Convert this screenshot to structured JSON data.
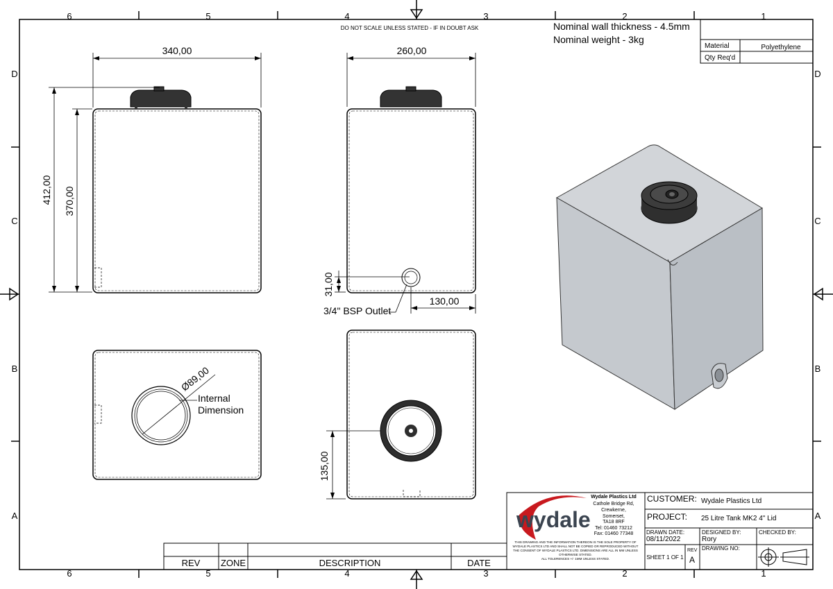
{
  "notes": {
    "scale_note": "DO NOT SCALE UNLESS STATED - IF IN DOUBT ASK",
    "wall_thickness": "Nominal wall thickness - 4.5mm",
    "weight": "Nominal weight - 3kg"
  },
  "material_table": {
    "material_label": "Material",
    "material_value": "Polyethylene",
    "qty_label": "Qty Req'd",
    "qty_value": ""
  },
  "zones": {
    "columns": [
      "6",
      "5",
      "4",
      "3",
      "2",
      "1"
    ],
    "rows": [
      "D",
      "C",
      "B",
      "A"
    ]
  },
  "dimensions": {
    "front_width": "340,00",
    "side_width": "260,00",
    "overall_height": "412,00",
    "body_height": "370,00",
    "outlet_height": "31,00",
    "outlet_offset": "130,00",
    "outlet_label": "3/4\" BSP Outlet",
    "lid_diameter": "Ø89,00",
    "internal_line1": "Internal",
    "internal_line2": "Dimension",
    "lid_offset": "135,00"
  },
  "revision_table": {
    "rev_header": "REV",
    "zone_header": "ZONE",
    "description_header": "DESCRIPTION",
    "date_header": "DATE"
  },
  "title_block": {
    "logo_text": "wydale",
    "company": "Wydale Plastics Ltd",
    "address": [
      "Cathole Bridge Rd,",
      "Crewkerne,",
      "Somerset,",
      "TA18 8RF"
    ],
    "tel": "Tel: 01460 73212",
    "fax": "Fax: 01460 77348",
    "disclaimer": [
      "THIS DRAWING AND THE INFORMATION THEREON IS THE SOLE PROPERTY OF",
      "WYDALE PLASTICS LTD AND SHALL NOT BE COPIED OR REPRODUCED WITHOUT",
      "THE CONSENT OF WYDALE PLASTICS LTD. DIMENSIONS ARE ALL IN MM UNLESS",
      "OTHERWISE STATED.",
      "ALL TOLERENCES +/- 1MM UNLESS STATED."
    ],
    "customer_label": "CUSTOMER:",
    "customer_value": "Wydale Plastics Ltd",
    "project_label": "PROJECT:",
    "project_value": "25 Litre Tank MK2 4\" Lid",
    "drawn_date_label": "DRAWN DATE:",
    "drawn_date_value": "08/11/2022",
    "designed_by_label": "DESIGNED BY:",
    "designed_by_value": "Rory",
    "checked_by_label": "CHECKED BY:",
    "sheet": "SHEET 1 OF 1",
    "rev_label": "REV",
    "rev_value": "A",
    "drawing_no_label": "DRAWING NO:"
  },
  "colors": {
    "logo_red": "#c8191e",
    "logo_grey": "#3b4450",
    "tank_fill": "#c9cdd2",
    "cap_fill": "#3c3c3c"
  }
}
